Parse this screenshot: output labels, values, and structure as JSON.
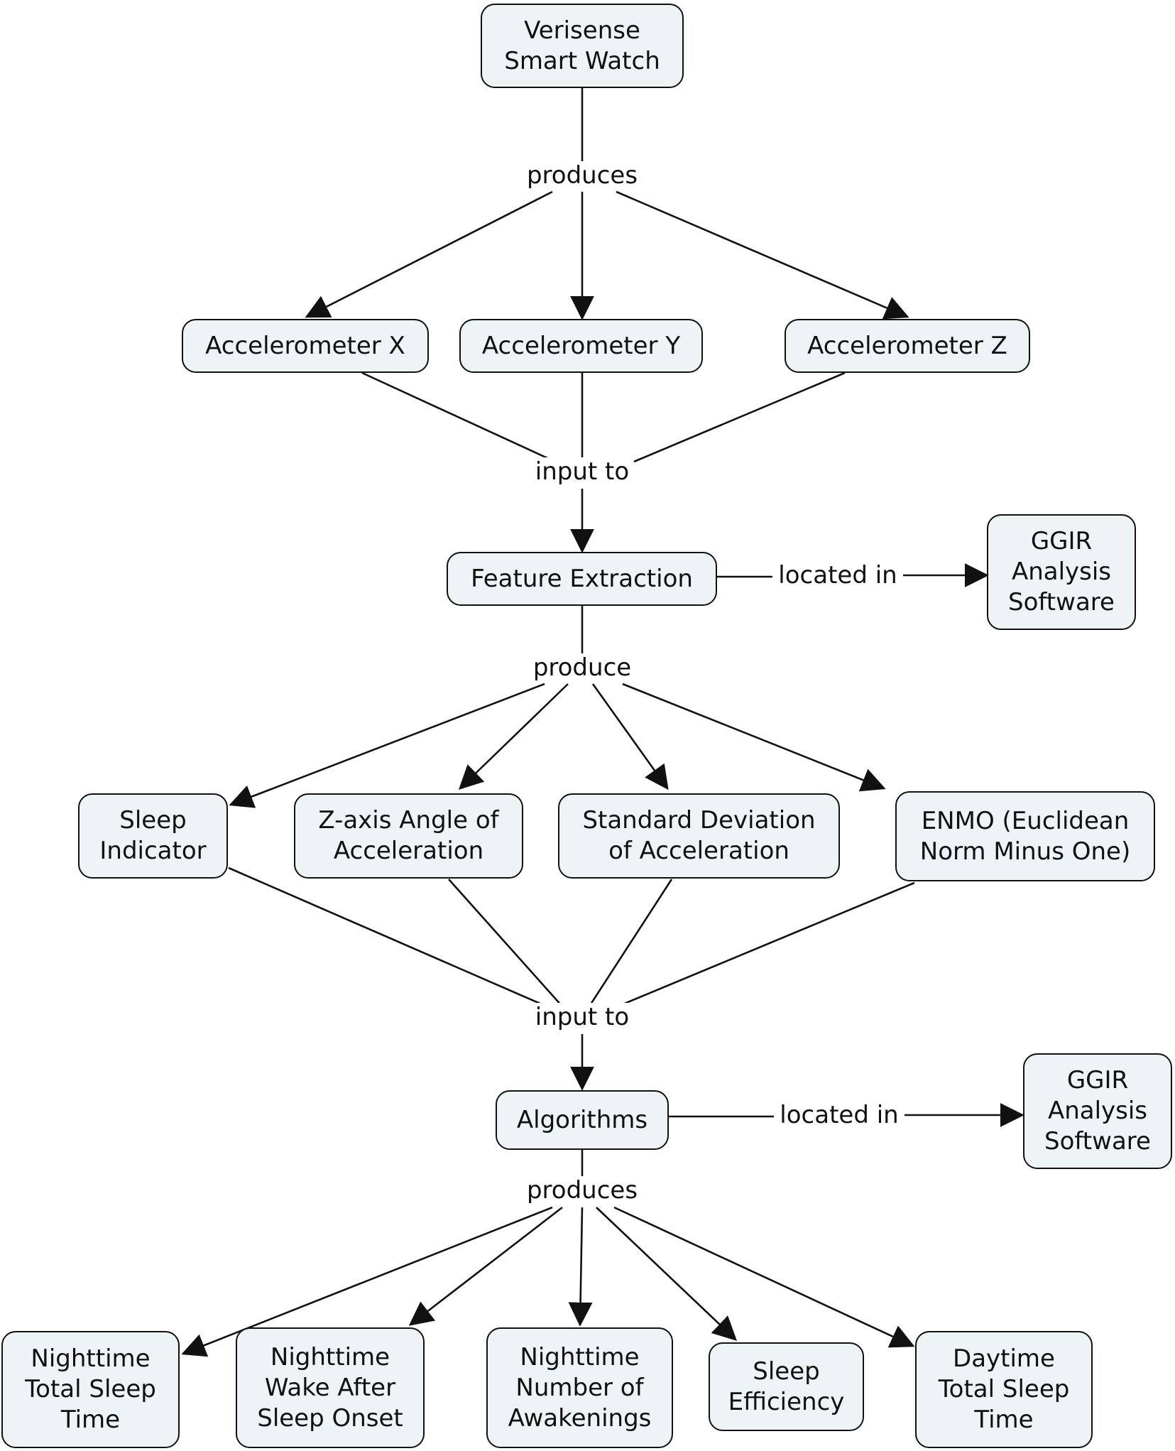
{
  "nodes": {
    "verisense": "Verisense\nSmart Watch",
    "accel_x": "Accelerometer X",
    "accel_y": "Accelerometer Y",
    "accel_z": "Accelerometer Z",
    "feature_extraction": "Feature Extraction",
    "ggir_1": "GGIR\nAnalysis\nSoftware",
    "sleep_indicator": "Sleep\nIndicator",
    "z_angle": "Z-axis Angle of\nAcceleration",
    "std_dev": "Standard Deviation\nof Acceleration",
    "enmo": "ENMO (Euclidean\nNorm Minus One)",
    "algorithms": "Algorithms",
    "ggir_2": "GGIR\nAnalysis\nSoftware",
    "night_tst": "Nighttime\nTotal Sleep\nTime",
    "night_waso": "Nighttime\nWake After\nSleep Onset",
    "night_awakenings": "Nighttime\nNumber of\nAwakenings",
    "sleep_efficiency": "Sleep\nEfficiency",
    "day_tst": "Daytime\nTotal Sleep\nTime"
  },
  "links": {
    "produces_1": "produces",
    "input_to_1": "input to",
    "located_in_1": "located in",
    "produce": "produce",
    "input_to_2": "input to",
    "located_in_2": "located in",
    "produces_2": "produces"
  },
  "colors": {
    "node_fill": "#eef3f5",
    "stroke": "#111111"
  }
}
